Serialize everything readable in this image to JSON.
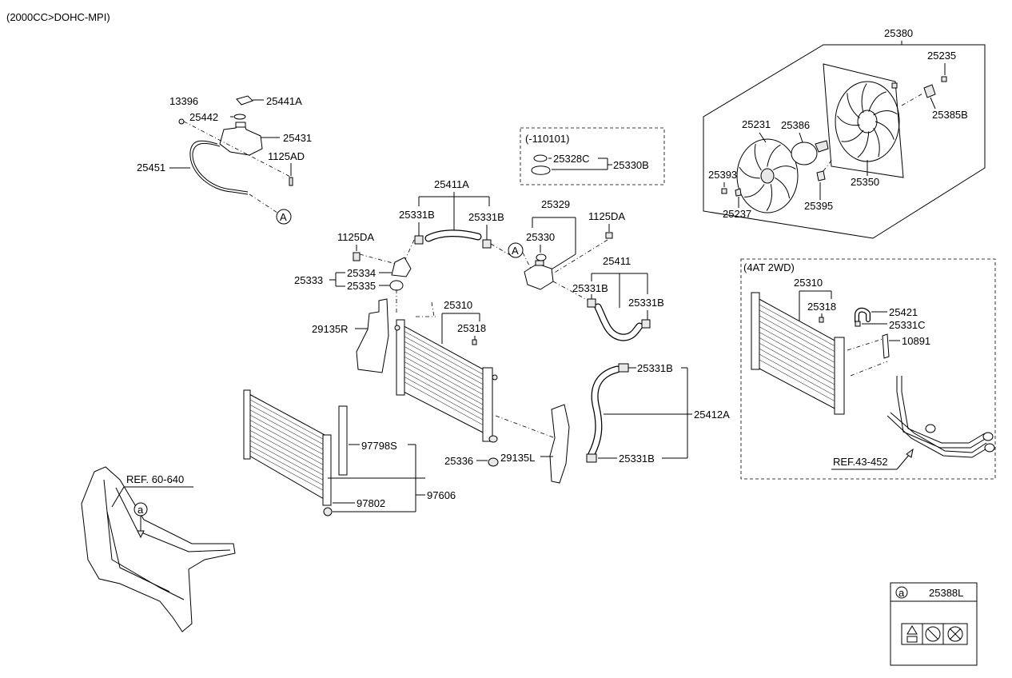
{
  "header": {
    "engine": "(2000CC>DOHC-MPI)"
  },
  "labels": {
    "p13396": "13396",
    "p25441A": "25441A",
    "p25442": "25442",
    "p25431": "25431",
    "p1125AD": "1125AD",
    "p25451": "25451",
    "connA1": "A",
    "connA2": "A",
    "box_range": "(-110101)",
    "p25328C": "25328C",
    "p25330B": "25330B",
    "p25411A": "25411A",
    "p25331B_1": "25331B",
    "p25331B_2": "25331B",
    "p25329": "25329",
    "p25330": "25330",
    "p1125DA_1": "1125DA",
    "p1125DA_2": "1125DA",
    "p25334": "25334",
    "p25333": "25333",
    "p25335": "25335",
    "p25411": "25411",
    "p25331B_3": "25331B",
    "p25331B_4": "25331B",
    "p29135R": "29135R",
    "p25310": "25310",
    "p25318": "25318",
    "p25331B_5": "25331B",
    "p25412A": "25412A",
    "p97798S": "97798S",
    "p25336": "25336",
    "p29135L": "29135L",
    "p25331B_6": "25331B",
    "p97606": "97606",
    "p97802": "97802",
    "ref60640": "REF. 60-640",
    "circle_a": "a",
    "p25380": "25380",
    "p25235": "25235",
    "p25231": "25231",
    "p25386": "25386",
    "p25385B": "25385B",
    "p25393": "25393",
    "p25350": "25350",
    "p25237": "25237",
    "p25395": "25395",
    "box_4at": "(4AT 2WD)",
    "p25310_b": "25310",
    "p25318_b": "25318",
    "p25421": "25421",
    "p25331C": "25331C",
    "p10891": "10891",
    "ref43452": "REF.43-452",
    "legend_a": "a",
    "legend_part": "25388L"
  }
}
